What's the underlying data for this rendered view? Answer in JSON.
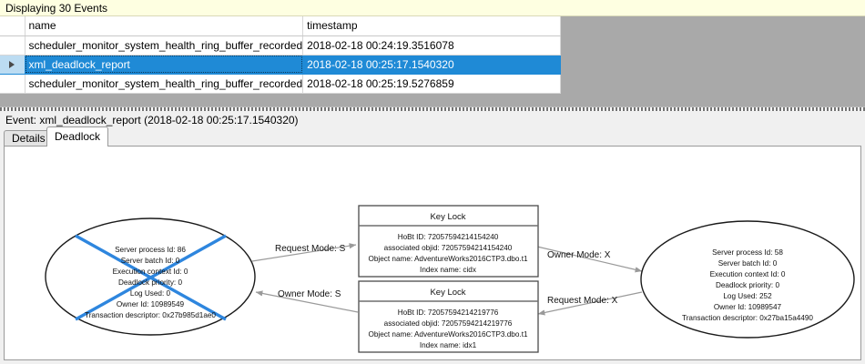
{
  "statusbar": {
    "text": "Displaying 30 Events"
  },
  "grid": {
    "columns": [
      "",
      "name",
      "timestamp"
    ],
    "rows": [
      {
        "selector": "",
        "name": "scheduler_monitor_system_health_ring_buffer_recorded",
        "timestamp": "2018-02-18 00:24:19.3516078",
        "selected": false
      },
      {
        "selector": "row-selector-arrow",
        "name": "xml_deadlock_report",
        "timestamp": "2018-02-18 00:25:17.1540320",
        "selected": true
      },
      {
        "selector": "",
        "name": "scheduler_monitor_system_health_ring_buffer_recorded",
        "timestamp": "2018-02-18 00:25:19.5276859",
        "selected": false
      }
    ]
  },
  "event_header": {
    "label": "Event: xml_deadlock_report (2018-02-18 00:25:17.1540320)"
  },
  "tabs": [
    {
      "label": "Details",
      "active": false
    },
    {
      "label": "Deadlock",
      "active": true
    }
  ],
  "colors": {
    "selection_blue": "#1f8ad6",
    "status_yellow": "#feffe1",
    "victim_cross_blue": "#2e86de",
    "grid_background_gray": "#a9a9a9"
  },
  "deadlock_graph": {
    "processes": [
      {
        "id": "process-left",
        "victim": true,
        "lines": [
          "Server process Id: 86",
          "Server batch Id: 0",
          "Execution context Id: 0",
          "Deadlock priority: 0",
          "Log Used: 0",
          "Owner Id: 10989549",
          "Transaction descriptor: 0x27b985d1ae0"
        ]
      },
      {
        "id": "process-right",
        "victim": false,
        "lines": [
          "Server process Id: 58",
          "Server batch Id: 0",
          "Execution context Id: 0",
          "Deadlock priority: 0",
          "Log Used: 252",
          "Owner Id: 10989547",
          "Transaction descriptor: 0x27ba15a4490"
        ]
      }
    ],
    "resources": [
      {
        "id": "resource-top",
        "title": "Key Lock",
        "lines": [
          "HoBt ID: 72057594214154240",
          "associated objid: 72057594214154240",
          "Object name: AdventureWorks2016CTP3.dbo.t1",
          "Index name: cidx"
        ]
      },
      {
        "id": "resource-bottom",
        "title": "Key Lock",
        "lines": [
          "HoBt ID: 72057594214219776",
          "associated objid: 72057594214219776",
          "Object name: AdventureWorks2016CTP3.dbo.t1",
          "Index name: idx1"
        ]
      }
    ],
    "edges": [
      {
        "id": "edge-request-s",
        "label": "Request Mode: S"
      },
      {
        "id": "edge-owner-x",
        "label": "Owner Mode: X"
      },
      {
        "id": "edge-owner-s",
        "label": "Owner Mode: S"
      },
      {
        "id": "edge-request-x",
        "label": "Request Mode: X"
      }
    ]
  }
}
